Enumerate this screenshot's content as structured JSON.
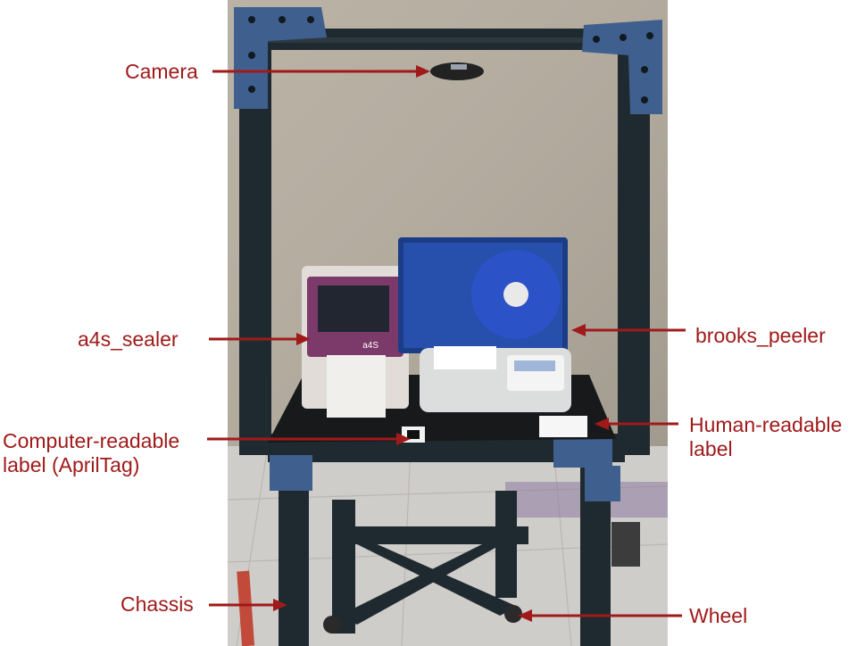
{
  "labels": {
    "camera": "Camera",
    "a4s_sealer": "a4s_sealer",
    "apriltag_line1": "Computer-readable",
    "apriltag_line2": "label (AprilTag)",
    "chassis": "Chassis",
    "brooks_peeler": "brooks_peeler",
    "human_line1": "Human-readable",
    "human_line2": "label",
    "wheel": "Wheel"
  },
  "device_text": {
    "sealer_brand": "a4S"
  },
  "colors": {
    "annotation": "#a01a1a",
    "frame": "#1f2a30",
    "corner_plate": "#3f5f8e",
    "wall": "#b6aea0",
    "floor": "#cfcdca",
    "sealer_body": "#7c3a6a",
    "peeler_blue": "#2c56b8"
  }
}
